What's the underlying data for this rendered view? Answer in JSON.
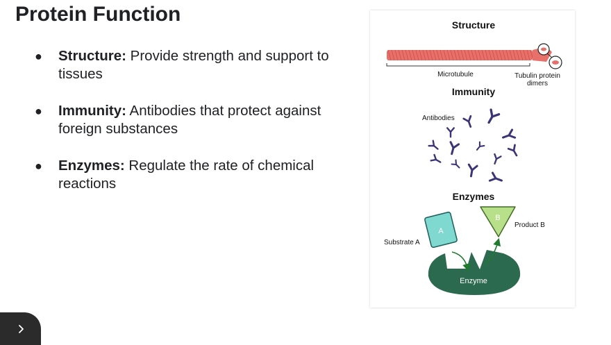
{
  "slide": {
    "title": "Protein Function",
    "bullets": [
      {
        "term": "Structure:",
        "text": " Provide strength and support to tissues"
      },
      {
        "term": "Immunity:",
        "text": " Antibodies that protect against foreign substances"
      },
      {
        "term": "Enzymes:",
        "text": " Regulate the rate of chemical reactions"
      }
    ],
    "bullet_glyph": "●"
  },
  "figure": {
    "structure_heading": "Structure",
    "microtubule_label": "Microtubule",
    "tubulin_label_line1": "Tubulin protein",
    "tubulin_label_line2": "dimers",
    "immunity_heading": "Immunity",
    "antibodies_label": "Antibodies",
    "enzymes_heading": "Enzymes",
    "substrate_label": "Substrate A",
    "substrate_letter": "A",
    "product_label": "Product B",
    "product_letter": "B",
    "enzyme_label": "Enzyme",
    "colors": {
      "microtubule": "#e8706a",
      "antibody": "#3b3578",
      "substrate": "#7fd9d1",
      "product": "#b8e08a",
      "enzyme": "#2b6a4e",
      "arrow": "#1f7a2e"
    }
  },
  "navigation": {
    "next_icon": "chevron-right-icon"
  }
}
